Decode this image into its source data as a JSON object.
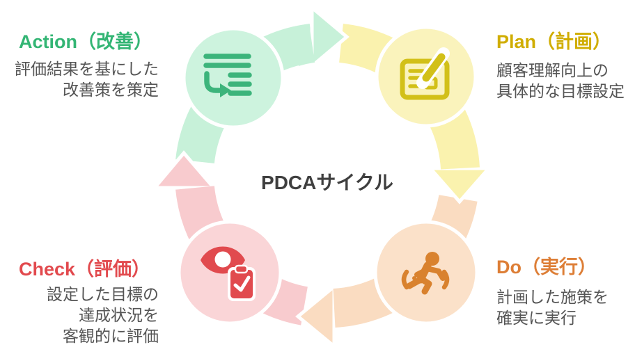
{
  "title": "PDCAサイクル",
  "title_color": "#3f3f3f",
  "text_color": "#555555",
  "stages": [
    {
      "id": "plan",
      "heading": "Plan（計画）",
      "heading_color": "#d0ad00",
      "desc_lines": [
        "顧客理解向上の",
        "具体的な目標設定"
      ],
      "icon": "document-pencil-icon",
      "arc_color": "#faf2ae",
      "circle_color": "#faf3bc",
      "icon_color": "#d2c018"
    },
    {
      "id": "do",
      "heading": "Do（実行）",
      "heading_color": "#dd7e36",
      "desc_lines": [
        "計画した施策を",
        "確実に実行"
      ],
      "icon": "runner-icon",
      "arc_color": "#fadcc1",
      "circle_color": "#fbe1c9",
      "icon_color": "#d9822e"
    },
    {
      "id": "check",
      "heading": "Check（評価）",
      "heading_color": "#e24a4e",
      "desc_lines": [
        "設定した目標の",
        "達成状況を",
        "客観的に評価"
      ],
      "icon": "eye-clipboard-icon",
      "arc_color": "#f8cbce",
      "circle_color": "#fad5d7",
      "icon_color": "#e14a4e"
    },
    {
      "id": "action",
      "heading": "Action（改善）",
      "heading_color": "#33b574",
      "desc_lines": [
        "評価結果を基にした",
        "改善策を策定"
      ],
      "icon": "list-arrow-icon",
      "arc_color": "#c7f1d9",
      "circle_color": "#cdf3de",
      "icon_color": "#3cb47b"
    }
  ]
}
